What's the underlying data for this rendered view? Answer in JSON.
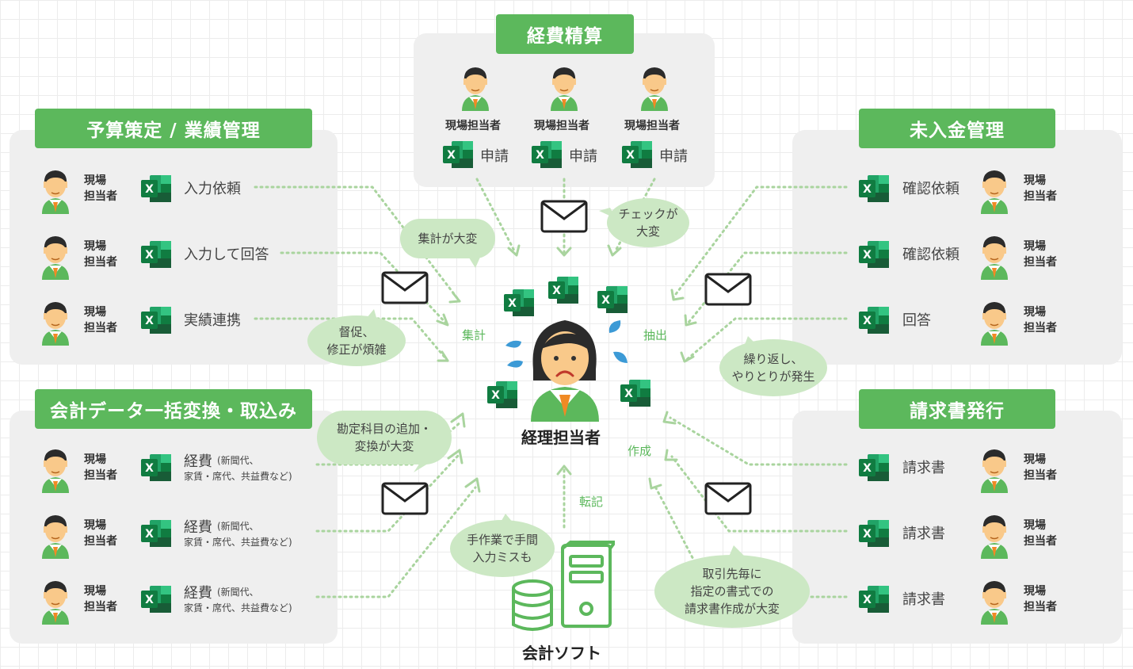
{
  "sections": {
    "expense": {
      "title": "経費精算",
      "person_label": "現場担当者",
      "item": "申請"
    },
    "budget": {
      "title": "予算策定 / 業績管理",
      "person_line1": "現場",
      "person_line2": "担当者",
      "items": [
        "入力依頼",
        "入力して回答",
        "実績連携"
      ]
    },
    "receivable": {
      "title": "未入金管理",
      "person_line1": "現場",
      "person_line2": "担当者",
      "items": [
        "確認依頼",
        "確認依頼",
        "回答"
      ]
    },
    "accounting_import": {
      "title": "会計データ一括変換・取込み",
      "person_line1": "現場",
      "person_line2": "担当者",
      "item_main": "経費",
      "item_sub1": "(新聞代、",
      "item_sub2": "家賃・席代、共益費など)"
    },
    "invoice": {
      "title": "請求書発行",
      "person_line1": "現場",
      "person_line2": "担当者",
      "items": [
        "請求書",
        "請求書",
        "請求書"
      ]
    }
  },
  "center": {
    "label": "経理担当者"
  },
  "software": {
    "label": "会計ソフト"
  },
  "bubbles": {
    "aggregation_hard": "集計が大変",
    "check_hard": "チェックが|大変",
    "reminder": "督促、|修正が煩雑",
    "repeat": "繰り返し、|やりとりが発生",
    "account_add": "勘定科目の追加・|変換が大変",
    "manual": "手作業で手間|入力ミスも",
    "format": "取引先毎に|指定の書式での|請求書作成が大変"
  },
  "flow_labels": {
    "aggregate": "集計",
    "extract": "抽出",
    "create": "作成",
    "transfer": "転記"
  },
  "colors": {
    "accent": "#5cb85c",
    "bubble": "#cce8c4",
    "excel": "#1e7145"
  },
  "icons": [
    "person-icon",
    "excel-icon",
    "envelope-icon",
    "database-icon",
    "server-icon",
    "worried-person-icon",
    "sweat-drop-icon"
  ]
}
